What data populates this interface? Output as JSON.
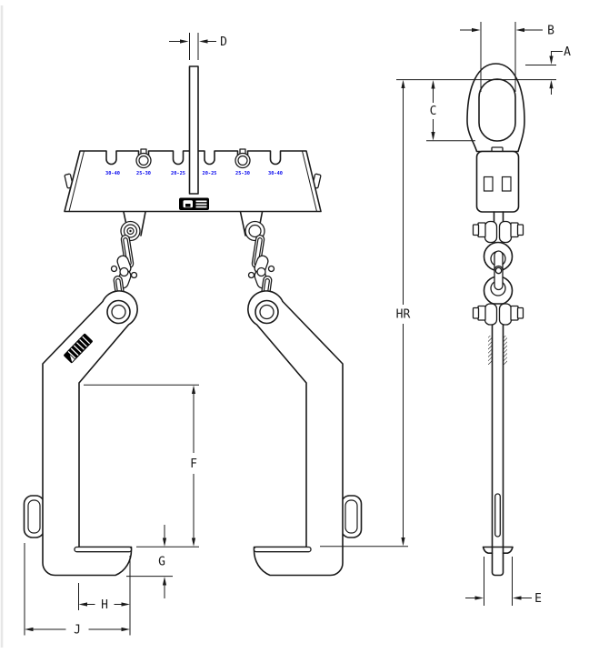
{
  "drawing": {
    "views": [
      "front-view",
      "side-view"
    ],
    "dimension_labels": {
      "d": "D",
      "b": "B",
      "a": "A",
      "c": "C",
      "hr": "HR",
      "e": "E",
      "f": "F",
      "g": "G",
      "h": "H",
      "j": "J"
    },
    "capacity_labels": [
      "30-40",
      "25-30",
      "20-25",
      "20-25",
      "25-30",
      "30-40"
    ],
    "colors": {
      "line": "#1a1a1a",
      "capacity_text": "#0000ee",
      "nameplate": "#000000",
      "background": "#ffffff"
    }
  }
}
